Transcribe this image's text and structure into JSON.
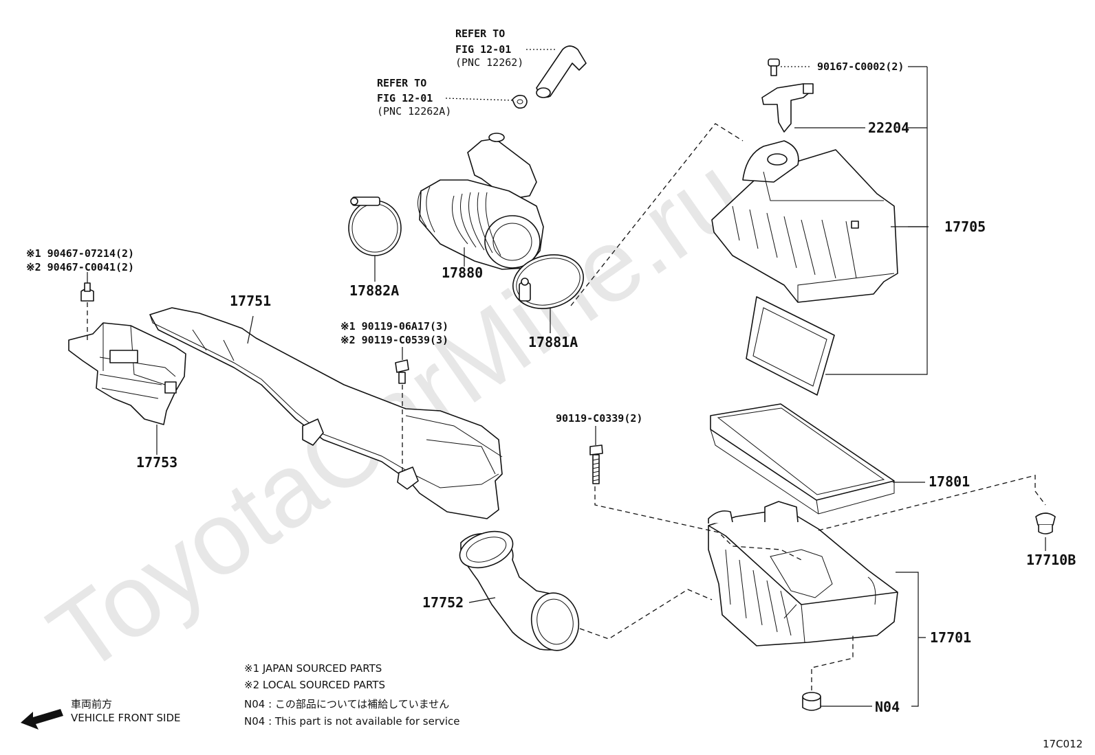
{
  "watermark": "ToyotaCarMine.ru",
  "figure_code": "17C012",
  "parts": {
    "p17705": "17705",
    "p22204": "22204",
    "p90167": "90167-C0002(2)",
    "p17801": "17801",
    "p17701": "17701",
    "pN04": "N04",
    "p17710B": "17710B",
    "p90119_c0339": "90119-C0339(2)",
    "p17752": "17752",
    "p17751": "17751",
    "p17753": "17753",
    "p17880": "17880",
    "p17882A": "17882A",
    "p17881A": "17881A"
  },
  "multi_refs": {
    "bolt_left": [
      "※1 90467-07214(2)",
      "※2 90467-C0041(2)"
    ],
    "bolt_mid": [
      "※1 90119-06A17(3)",
      "※2 90119-C0539(3)"
    ]
  },
  "refers": {
    "upper": [
      "REFER TO",
      "FIG 12-01",
      "(PNC 12262)"
    ],
    "lower": [
      "REFER TO",
      "FIG 12-01",
      "(PNC 12262A)"
    ]
  },
  "legend": {
    "l1": "※1 JAPAN SOURCED PARTS",
    "l2": "※2 LOCAL SOURCED PARTS",
    "n04_jp": "N04 : この部品については補給していません",
    "n04_en": "N04 : This part is not available for service"
  },
  "direction": {
    "jp": "車両前方",
    "en": "VEHICLE FRONT SIDE"
  }
}
